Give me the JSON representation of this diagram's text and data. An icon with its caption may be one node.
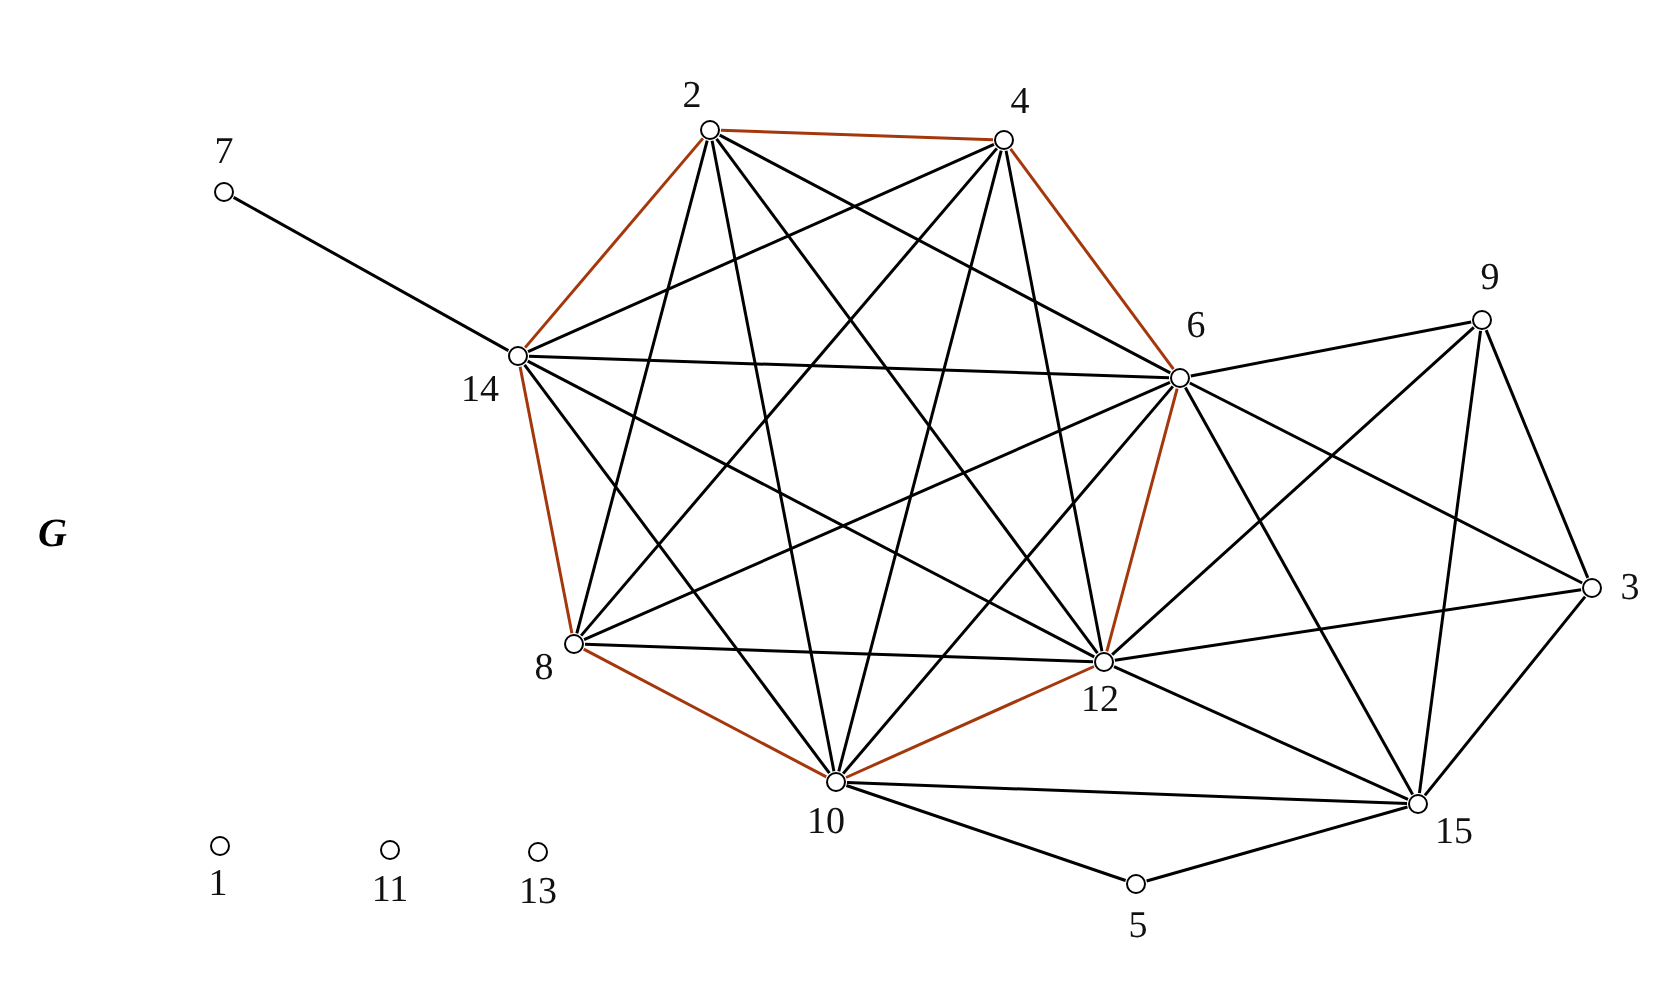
{
  "diagram": {
    "nodes": [
      {
        "text": [],
        "shape": "circle",
        "beside": [
          "2"
        ]
      },
      {
        "text": [],
        "shape": "circle",
        "beside": [
          "4"
        ]
      },
      {
        "text": [],
        "shape": "circle",
        "beside": [
          "7"
        ]
      },
      {
        "text": [],
        "shape": "circle",
        "beside": [
          "9"
        ]
      },
      {
        "text": [],
        "shape": "circle",
        "beside": [
          "14"
        ]
      },
      {
        "text": [],
        "shape": "circle",
        "beside": [
          "6"
        ]
      },
      {
        "text": [],
        "shape": "circle",
        "beside": [
          "3"
        ]
      },
      {
        "text": [],
        "shape": "circle",
        "beside": [
          "8"
        ]
      },
      {
        "text": [],
        "shape": "circle",
        "beside": [
          "12"
        ]
      },
      {
        "text": [],
        "shape": "circle",
        "beside": [
          "10"
        ]
      },
      {
        "text": [],
        "shape": "circle",
        "beside": [
          "15"
        ]
      },
      {
        "text": [],
        "shape": "circle",
        "beside": [
          "1"
        ]
      },
      {
        "text": [],
        "shape": "circle",
        "beside": [
          "11"
        ]
      },
      {
        "text": [],
        "shape": "circle",
        "beside": [
          "13"
        ]
      },
      {
        "text": [],
        "shape": "circle",
        "beside": [
          "5"
        ]
      }
    ],
    "edges": [
      {
        "from": 0,
        "to": 1,
        "arrow": "none",
        "color": "#a4380c"
      },
      {
        "from": 1,
        "to": 5,
        "arrow": "none",
        "color": "#a4380c"
      },
      {
        "from": 5,
        "to": 8,
        "arrow": "none",
        "color": "#a4380c"
      },
      {
        "from": 8,
        "to": 9,
        "arrow": "none",
        "color": "#a4380c"
      },
      {
        "from": 9,
        "to": 7,
        "arrow": "none",
        "color": "#a4380c"
      },
      {
        "from": 7,
        "to": 4,
        "arrow": "none",
        "color": "#a4380c"
      },
      {
        "from": 4,
        "to": 0,
        "arrow": "none",
        "color": "#a4380c"
      },
      {
        "from": 2,
        "to": 4,
        "arrow": "none"
      },
      {
        "from": 0,
        "to": 7,
        "arrow": "none"
      },
      {
        "from": 0,
        "to": 9,
        "arrow": "none"
      },
      {
        "from": 0,
        "to": 8,
        "arrow": "none"
      },
      {
        "from": 0,
        "to": 5,
        "arrow": "none"
      },
      {
        "from": 1,
        "to": 4,
        "arrow": "none"
      },
      {
        "from": 1,
        "to": 7,
        "arrow": "none"
      },
      {
        "from": 1,
        "to": 9,
        "arrow": "none"
      },
      {
        "from": 1,
        "to": 8,
        "arrow": "none"
      },
      {
        "from": 4,
        "to": 5,
        "arrow": "none"
      },
      {
        "from": 4,
        "to": 8,
        "arrow": "none"
      },
      {
        "from": 4,
        "to": 9,
        "arrow": "none"
      },
      {
        "from": 5,
        "to": 7,
        "arrow": "none"
      },
      {
        "from": 5,
        "to": 9,
        "arrow": "none"
      },
      {
        "from": 5,
        "to": 3,
        "arrow": "none"
      },
      {
        "from": 5,
        "to": 6,
        "arrow": "none"
      },
      {
        "from": 5,
        "to": 10,
        "arrow": "none"
      },
      {
        "from": 7,
        "to": 8,
        "arrow": "none"
      },
      {
        "from": 3,
        "to": 8,
        "arrow": "none"
      },
      {
        "from": 3,
        "to": 10,
        "arrow": "none"
      },
      {
        "from": 3,
        "to": 6,
        "arrow": "none"
      },
      {
        "from": 6,
        "to": 8,
        "arrow": "none"
      },
      {
        "from": 6,
        "to": 10,
        "arrow": "none"
      },
      {
        "from": 8,
        "to": 10,
        "arrow": "none"
      },
      {
        "from": 9,
        "to": 10,
        "arrow": "none"
      },
      {
        "from": 9,
        "to": 14,
        "arrow": "none"
      },
      {
        "from": 14,
        "to": 10,
        "arrow": "none"
      }
    ],
    "labels": [
      "G"
    ]
  }
}
